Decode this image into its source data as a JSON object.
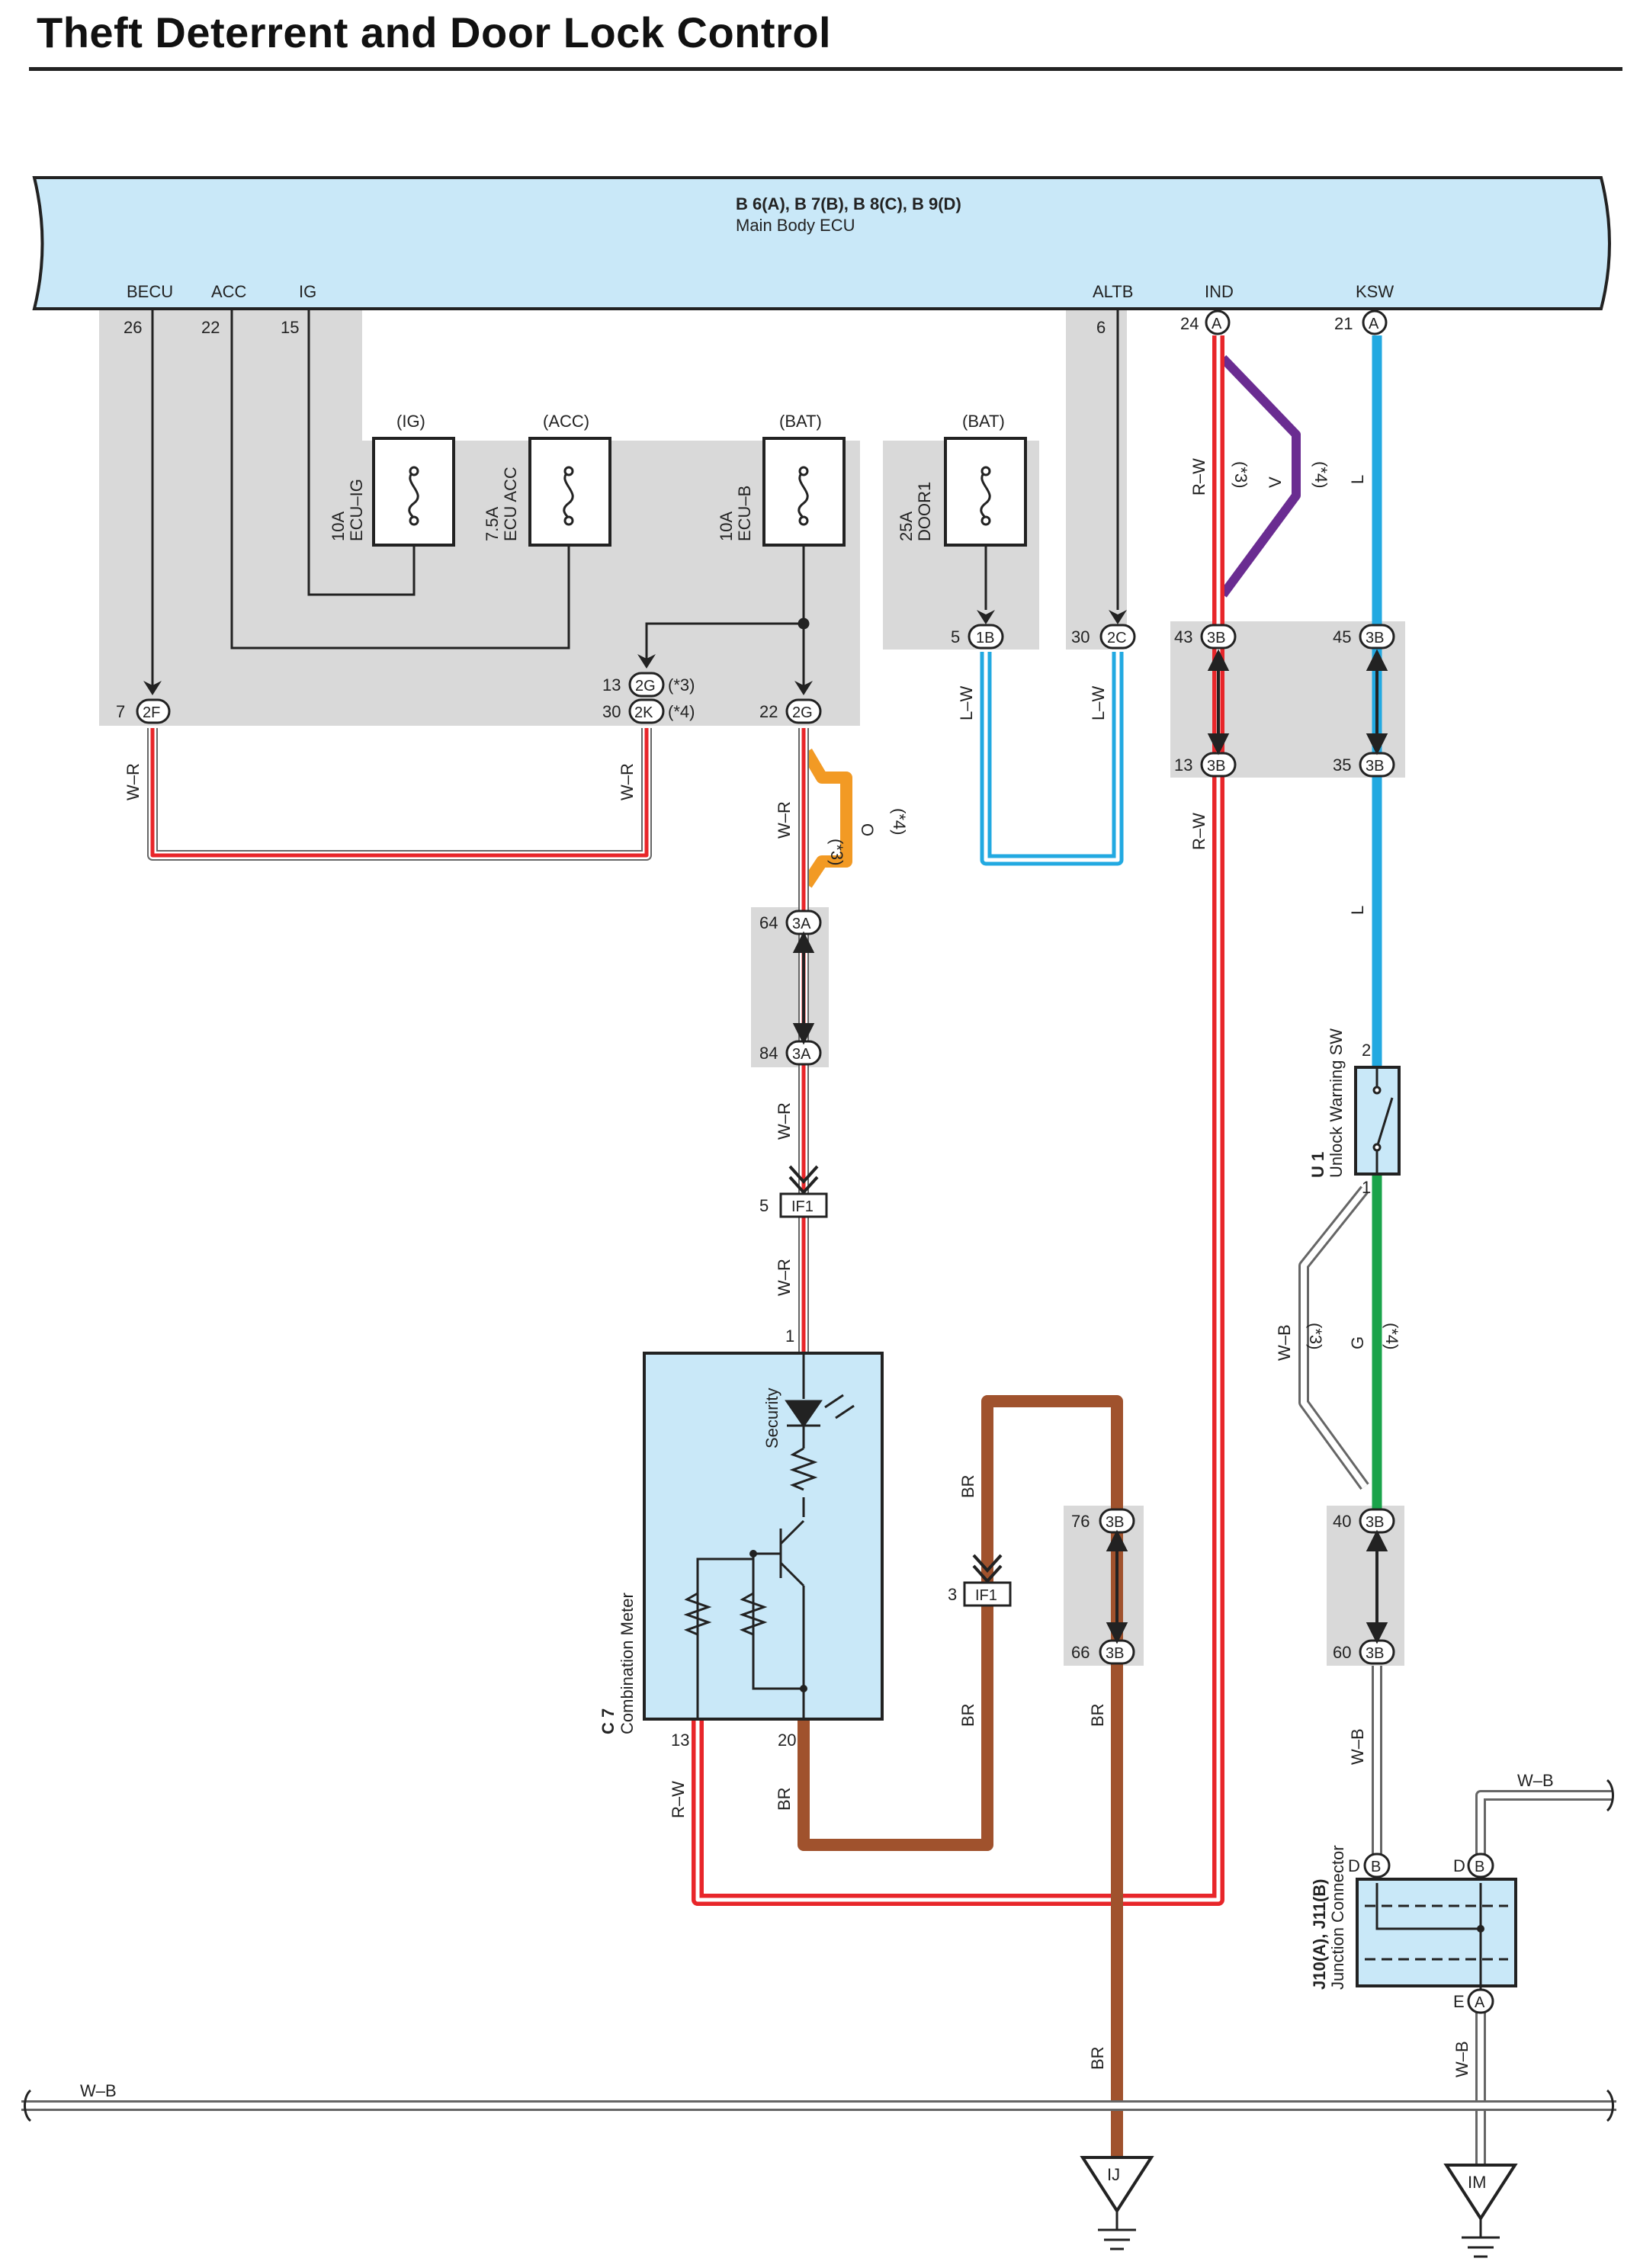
{
  "title": "Theft Deterrent and Door Lock Control",
  "colors": {
    "ecu_fill": "#c9e8f8",
    "shade": "#d9d9d9",
    "red": "#e8262a",
    "blue": "#22a9e1",
    "purple": "#6a2c91",
    "orange": "#f29a24",
    "brown": "#a0522d",
    "green": "#1aa34a",
    "wire_white": "#ffffff",
    "wire_outline": "#666666",
    "ink": "#222222"
  },
  "icons": [
    "fuse-icon",
    "ground-icon",
    "led-icon",
    "switch-icon",
    "resistor-icon",
    "transistor-icon",
    "connector-arrow-icon",
    "wire-break-icon"
  ],
  "ecu": {
    "code": "B 6(A), B 7(B), B 8(C), B 9(D)",
    "name": "Main Body ECU",
    "pins": [
      {
        "name": "BECU",
        "num": "26",
        "conn": ""
      },
      {
        "name": "ACC",
        "num": "22",
        "conn": ""
      },
      {
        "name": "IG",
        "num": "15",
        "conn": ""
      },
      {
        "name": "ALTB",
        "num": "6",
        "conn": ""
      },
      {
        "name": "IND",
        "num": "24",
        "conn": "A"
      },
      {
        "name": "KSW",
        "num": "21",
        "conn": "A"
      }
    ]
  },
  "fuses": [
    {
      "source": "(IG)",
      "rating": "10A",
      "name": "ECU–IG"
    },
    {
      "source": "(ACC)",
      "rating": "7.5A",
      "name": "ECU ACC"
    },
    {
      "source": "(BAT)",
      "rating": "10A",
      "name": "ECU–B"
    },
    {
      "source": "(BAT)",
      "rating": "25A",
      "name": "DOOR1"
    }
  ],
  "connectors": [
    {
      "conn": "2F",
      "num": "7"
    },
    {
      "conn": "2G",
      "num": "13",
      "note": "(*3)"
    },
    {
      "conn": "2K",
      "num": "30",
      "note": "(*4)"
    },
    {
      "conn": "2G",
      "num": "22"
    },
    {
      "conn": "1B",
      "num": "5"
    },
    {
      "conn": "2C",
      "num": "30"
    },
    {
      "conn": "3B",
      "num": "43"
    },
    {
      "conn": "3B",
      "num": "45"
    },
    {
      "conn": "3B",
      "num": "13"
    },
    {
      "conn": "3B",
      "num": "35"
    },
    {
      "conn": "3A",
      "num": "64"
    },
    {
      "conn": "3A",
      "num": "84"
    },
    {
      "conn": "IF1",
      "num": "5"
    },
    {
      "conn": "IF1",
      "num": "3"
    },
    {
      "conn": "3B",
      "num": "76"
    },
    {
      "conn": "3B",
      "num": "66"
    },
    {
      "conn": "3B",
      "num": "40"
    },
    {
      "conn": "3B",
      "num": "60"
    }
  ],
  "wire_labels": {
    "wr": "W–R",
    "rw": "R–W",
    "v": "V",
    "l": "L",
    "lw": "L–W",
    "o": "O",
    "br": "BR",
    "wb": "W–B",
    "g": "G",
    "n3": "(*3)",
    "n4": "(*4)"
  },
  "combination_meter": {
    "code": "C 7",
    "name": "Combination Meter",
    "lamp": "Security",
    "pin_in": "1",
    "pin_a": "13",
    "pin_b": "20"
  },
  "unlock_sw": {
    "code": "U 1",
    "name": "Unlock Warning SW",
    "pin_top": "2",
    "pin_bottom": "1"
  },
  "junction": {
    "code": "J10(A), J11(B)",
    "name": "Junction Connector",
    "pin_d": "D",
    "conn_b": "B",
    "pin_e": "E",
    "conn_a": "A"
  },
  "grounds": [
    {
      "label": "IJ"
    },
    {
      "label": "IM"
    }
  ]
}
